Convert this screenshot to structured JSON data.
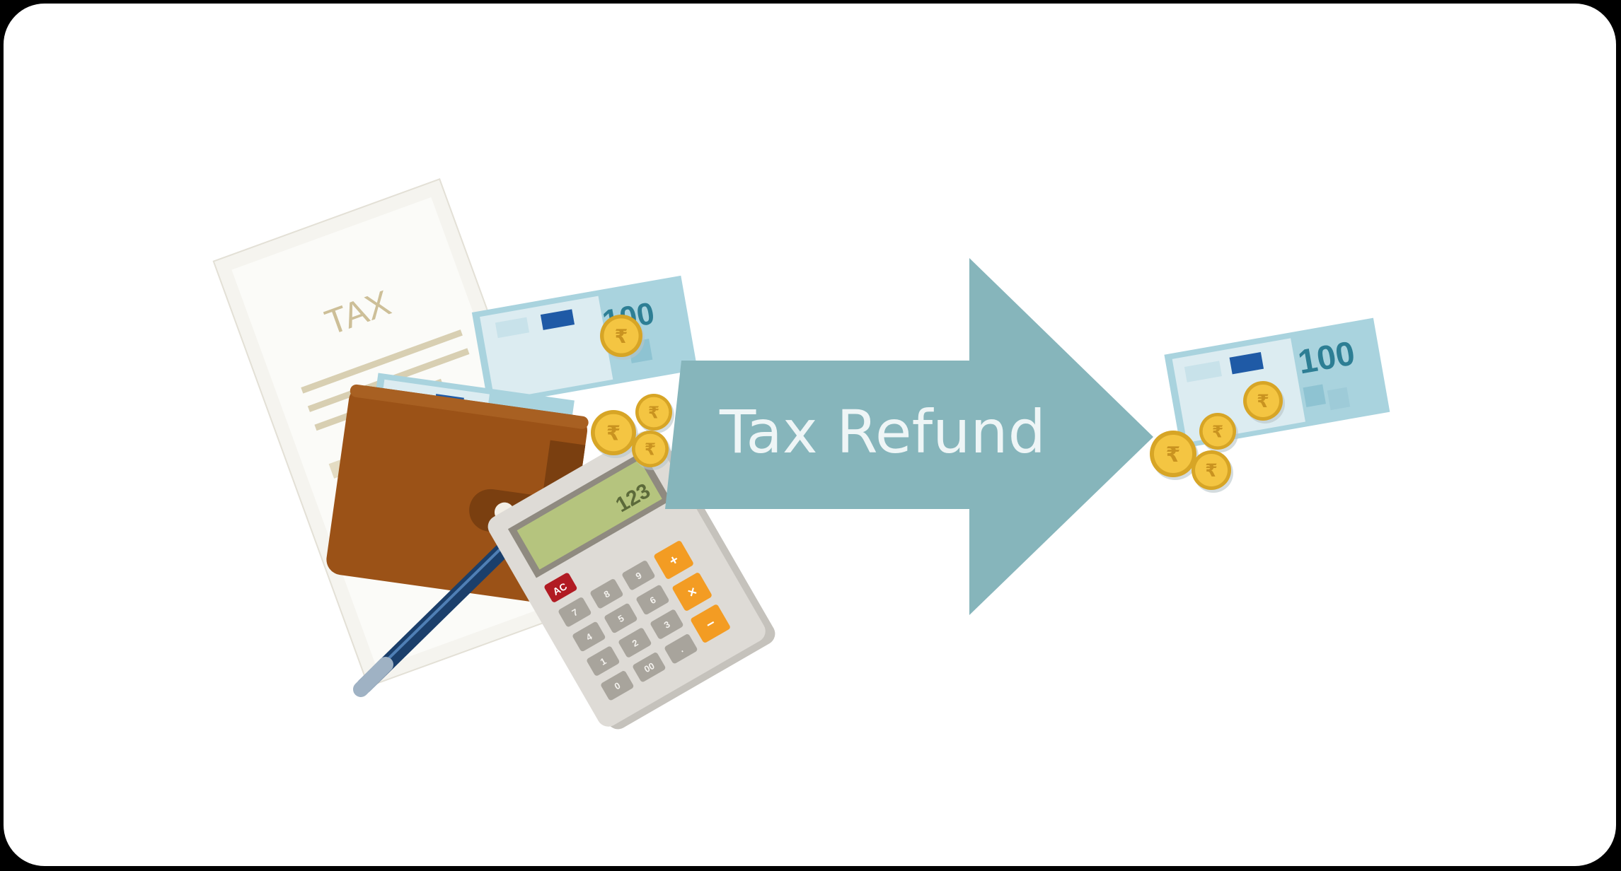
{
  "illustration": {
    "document_label": "TAX",
    "arrow_label": "Tax Refund",
    "banknote_value": "100",
    "currency_symbol": "₹",
    "calculator": {
      "display": "123",
      "clear_key": "AC",
      "keys": [
        "7",
        "8",
        "9",
        "4",
        "5",
        "6",
        "1",
        "2",
        "3",
        "0",
        "00",
        "."
      ],
      "operator_keys": [
        "+",
        "×",
        "−"
      ]
    },
    "icons": [
      "tax-document-icon",
      "wallet-icon",
      "pen-icon",
      "calculator-icon",
      "banknote-icon",
      "rupee-coin-icon",
      "right-arrow-icon"
    ]
  },
  "colors": {
    "arrow": "#86b5bb",
    "arrow_text": "#eef5f6",
    "wallet": "#9b5217",
    "wallet_dark": "#7a3f10",
    "pen": "#1b3f6b",
    "banknote": "#a9d3de",
    "banknote_light": "#dcecf1",
    "coin": "#f4c542",
    "coin_ring": "#d7a526",
    "calculator_body": "#dedbd6",
    "calculator_screen": "#b5c47e",
    "key_orange": "#f39c23",
    "key_red": "#b11b23",
    "paper_line": "#d8cfb2",
    "frame": "#000000"
  }
}
